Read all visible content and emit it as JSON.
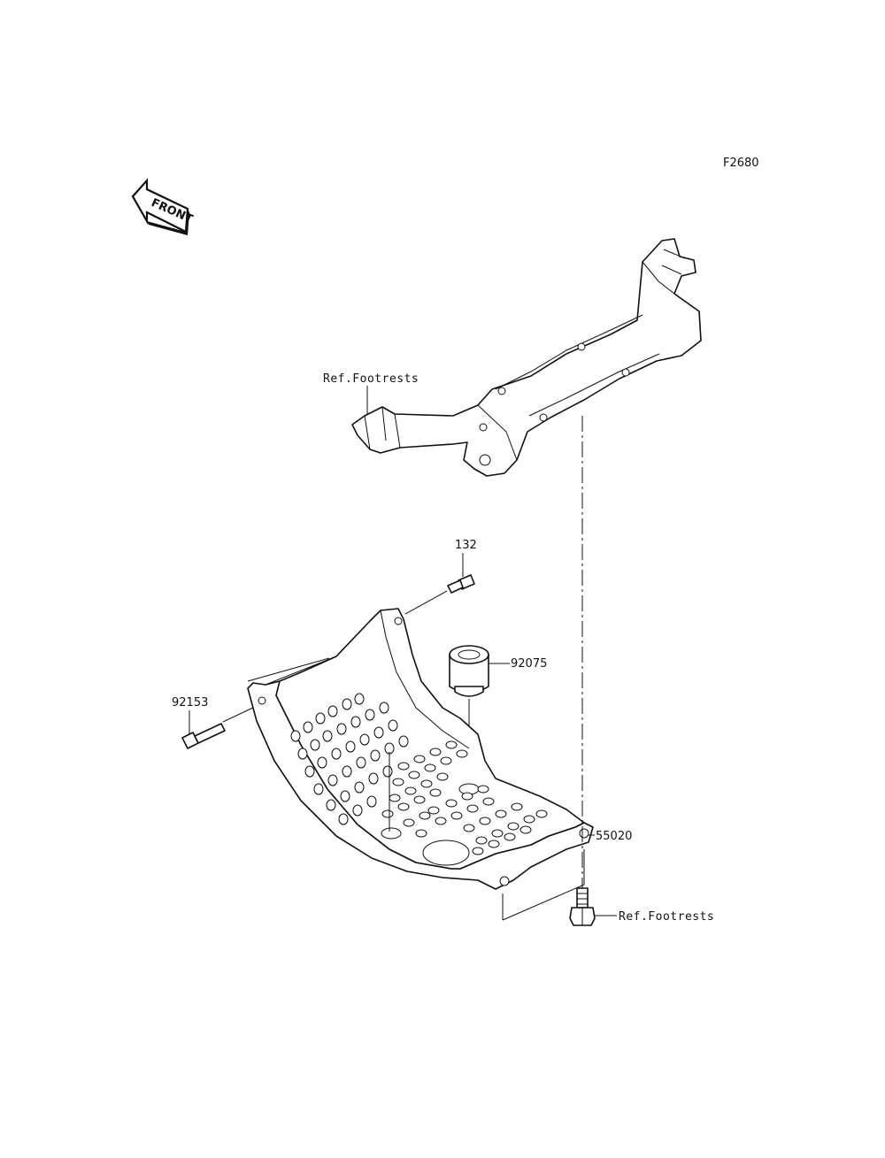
{
  "figure_code": "F2680",
  "front_label": "FRONT",
  "callouts": {
    "ref_footrests_upper": "Ref.Footrests",
    "ref_footrests_lower": "Ref.Footrests",
    "part_132": "132",
    "part_92075": "92075",
    "part_92153": "92153",
    "part_55020": "55020"
  },
  "colors": {
    "line": "#111111",
    "background": "#ffffff"
  }
}
